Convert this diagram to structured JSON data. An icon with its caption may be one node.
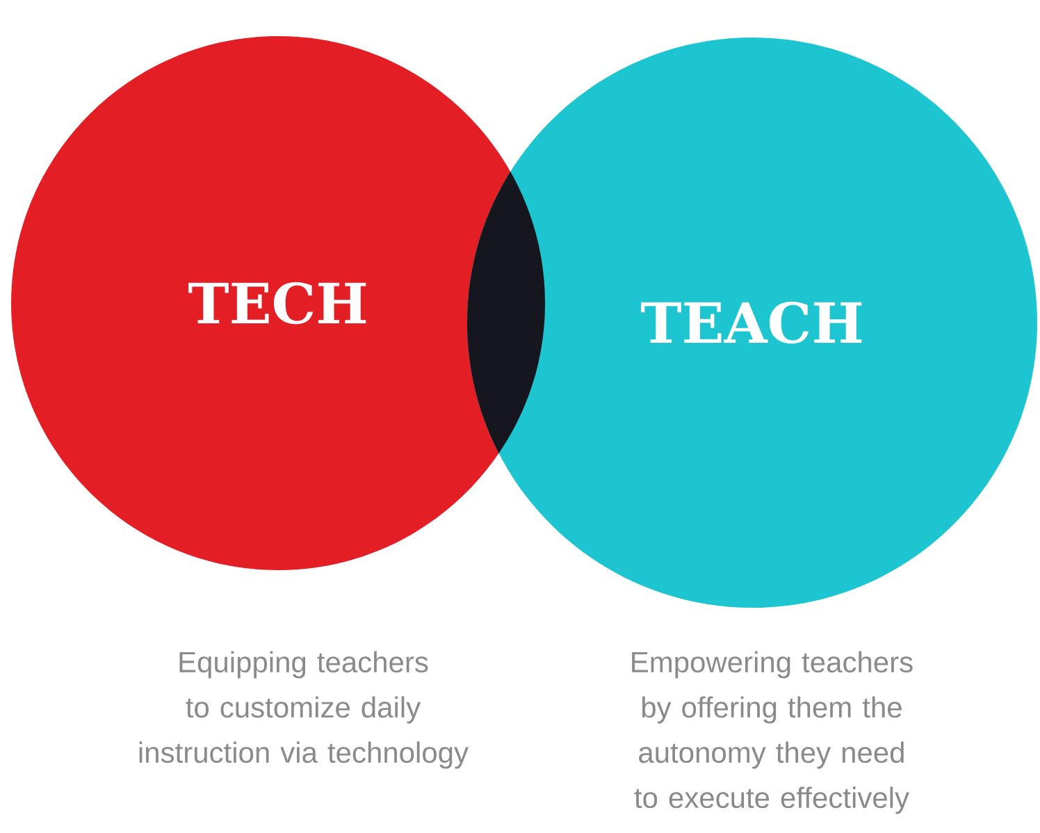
{
  "diagram": {
    "nodes": [
      {
        "text": [
          "TECH"
        ]
      },
      {
        "text": [
          "TEACH"
        ]
      }
    ],
    "labels": [
      "Equipping teachers to customize daily instruction via technology",
      "Empowering teachers by offering them the autonomy they need to execute effectively"
    ]
  }
}
